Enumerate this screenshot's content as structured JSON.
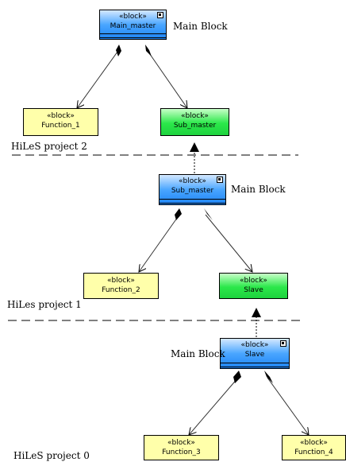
{
  "stereotype": "«block»",
  "compartment_marker": "...",
  "blocks": {
    "main_master": {
      "stereotype": "«block»",
      "name": "Main_master"
    },
    "function_1": {
      "stereotype": "«block»",
      "name": "Function_1"
    },
    "sub_master_green": {
      "stereotype": "«block»",
      "name": "Sub_master"
    },
    "sub_master_blue": {
      "stereotype": "«block»",
      "name": "Sub_master"
    },
    "function_2": {
      "stereotype": "«block»",
      "name": "Function_2"
    },
    "slave_green": {
      "stereotype": "«block»",
      "name": "Slave"
    },
    "slave_blue": {
      "stereotype": "«block»",
      "name": "Slave"
    },
    "function_3": {
      "stereotype": "«block»",
      "name": "Function_3"
    },
    "function_4": {
      "stereotype": "«block»",
      "name": "Function_4"
    }
  },
  "labels": {
    "main_block_1": "Main Block",
    "main_block_2": "Main Block",
    "main_block_3": "Main Block",
    "project_2": "HiLeS project 2",
    "project_1": "HiLes project 1",
    "project_0": "HiLeS project 0"
  },
  "colors": {
    "main_block": "#1e84f6",
    "referenced_block": "#1ed23e",
    "function_block": "#ffffaa"
  }
}
